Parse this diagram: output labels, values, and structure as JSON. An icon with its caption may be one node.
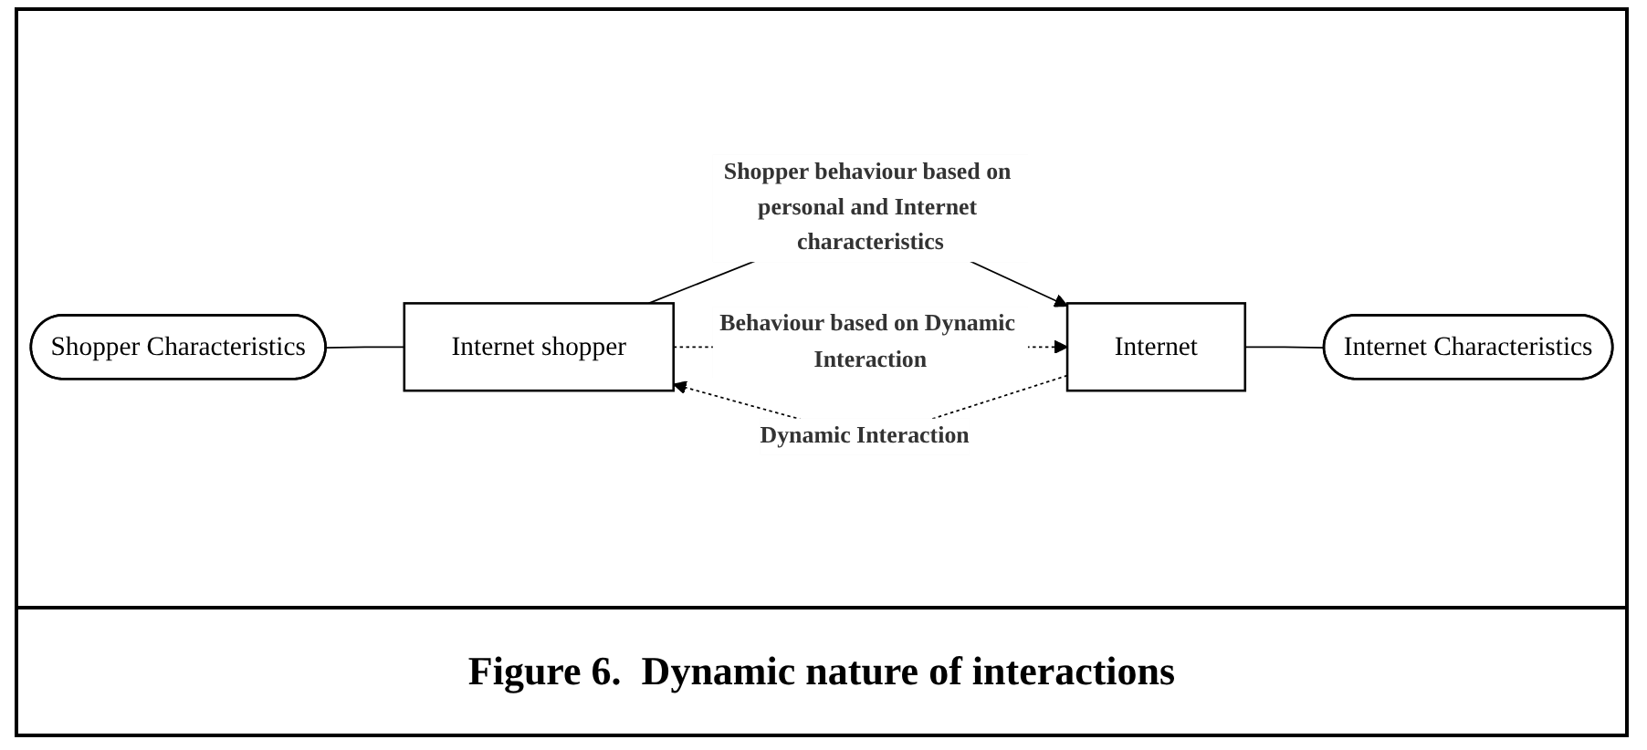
{
  "diagram": {
    "caption": "Figure 6.  Dynamic nature of interactions",
    "nodes": [
      {
        "text": [
          "Shopper Characteristics"
        ]
      },
      {
        "text": [
          "Internet shopper"
        ]
      },
      {
        "text": [
          "Internet"
        ]
      },
      {
        "text": [
          "Internet Characteristics"
        ]
      }
    ],
    "edges": [
      {
        "from": 0,
        "to": 1,
        "arrow": "none"
      },
      {
        "from": 2,
        "to": 1,
        "arrow": "to",
        "style": "dashed",
        "label": "Dynamic Interaction"
      },
      {
        "from": 1,
        "to": 2,
        "arrow": "to",
        "label": "Shopper behaviour based on personal and Internet characteristics"
      },
      {
        "from": 1,
        "to": 2,
        "arrow": "to",
        "style": "dashed",
        "label": "Behaviour based on Dynamic Interaction"
      },
      {
        "from": 2,
        "to": 3,
        "arrow": "none"
      }
    ]
  }
}
